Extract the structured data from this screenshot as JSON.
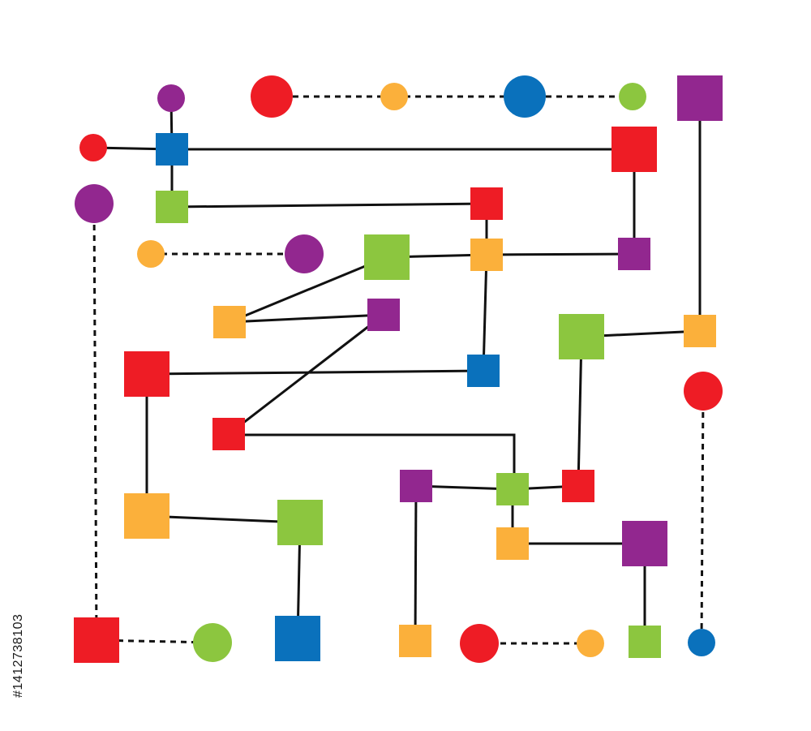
{
  "colors": {
    "red": "#ee1c25",
    "orange": "#fbb03b",
    "purple": "#92278f",
    "blue": "#0a71bc",
    "green": "#8cc63f",
    "line": "#111111"
  },
  "nodes": [
    {
      "id": "n1",
      "shape": "circle",
      "color": "purple"
    },
    {
      "id": "n2",
      "shape": "circle",
      "color": "red"
    },
    {
      "id": "n3",
      "shape": "circle",
      "color": "orange"
    },
    {
      "id": "n4",
      "shape": "circle",
      "color": "blue"
    },
    {
      "id": "n5",
      "shape": "circle",
      "color": "green"
    },
    {
      "id": "n6",
      "shape": "square",
      "color": "purple"
    },
    {
      "id": "n7",
      "shape": "circle",
      "color": "red"
    },
    {
      "id": "n8",
      "shape": "square",
      "color": "blue"
    },
    {
      "id": "n9",
      "shape": "square",
      "color": "red"
    },
    {
      "id": "n10",
      "shape": "circle",
      "color": "purple"
    },
    {
      "id": "n11",
      "shape": "square",
      "color": "green"
    },
    {
      "id": "n12",
      "shape": "square",
      "color": "red"
    },
    {
      "id": "n13",
      "shape": "circle",
      "color": "orange"
    },
    {
      "id": "n14",
      "shape": "circle",
      "color": "purple"
    },
    {
      "id": "n15",
      "shape": "square",
      "color": "green"
    },
    {
      "id": "n16",
      "shape": "square",
      "color": "orange"
    },
    {
      "id": "n17",
      "shape": "square",
      "color": "purple"
    },
    {
      "id": "n18",
      "shape": "square",
      "color": "purple"
    },
    {
      "id": "n19",
      "shape": "square",
      "color": "orange"
    },
    {
      "id": "n20",
      "shape": "square",
      "color": "green"
    },
    {
      "id": "n21",
      "shape": "square",
      "color": "orange"
    },
    {
      "id": "n22",
      "shape": "square",
      "color": "red"
    },
    {
      "id": "n23",
      "shape": "square",
      "color": "blue"
    },
    {
      "id": "n24",
      "shape": "circle",
      "color": "red"
    },
    {
      "id": "n25",
      "shape": "square",
      "color": "red"
    },
    {
      "id": "n26",
      "shape": "square",
      "color": "purple"
    },
    {
      "id": "n27",
      "shape": "square",
      "color": "green"
    },
    {
      "id": "n28",
      "shape": "square",
      "color": "red"
    },
    {
      "id": "n29",
      "shape": "square",
      "color": "orange"
    },
    {
      "id": "n30",
      "shape": "square",
      "color": "green"
    },
    {
      "id": "n31",
      "shape": "square",
      "color": "orange"
    },
    {
      "id": "n32",
      "shape": "square",
      "color": "purple"
    },
    {
      "id": "n33",
      "shape": "square",
      "color": "red"
    },
    {
      "id": "n34",
      "shape": "circle",
      "color": "green"
    },
    {
      "id": "n35",
      "shape": "square",
      "color": "blue"
    },
    {
      "id": "n36",
      "shape": "square",
      "color": "orange"
    },
    {
      "id": "n37",
      "shape": "circle",
      "color": "red"
    },
    {
      "id": "n38",
      "shape": "circle",
      "color": "orange"
    },
    {
      "id": "n39",
      "shape": "square",
      "color": "green"
    },
    {
      "id": "n40",
      "shape": "circle",
      "color": "blue"
    }
  ],
  "edges": [
    {
      "from": "n1",
      "to": "n8",
      "style": "solid"
    },
    {
      "from": "n2",
      "to": "n3",
      "style": "dashed"
    },
    {
      "from": "n3",
      "to": "n4",
      "style": "dashed"
    },
    {
      "from": "n4",
      "to": "n5",
      "style": "dashed"
    },
    {
      "from": "n7",
      "to": "n8",
      "style": "solid"
    },
    {
      "from": "n8",
      "to": "n9",
      "style": "solid"
    },
    {
      "from": "n8",
      "to": "n11",
      "style": "solid"
    },
    {
      "from": "n11",
      "to": "n12",
      "style": "solid"
    },
    {
      "from": "n9",
      "to": "n17",
      "style": "solid"
    },
    {
      "from": "n6",
      "to": "n21",
      "style": "solid"
    },
    {
      "from": "n12",
      "to": "n16",
      "style": "solid"
    },
    {
      "from": "n13",
      "to": "n14",
      "style": "dashed"
    },
    {
      "from": "n15",
      "to": "n16",
      "style": "solid"
    },
    {
      "from": "n16",
      "to": "n17",
      "style": "solid"
    },
    {
      "from": "n15",
      "to": "n19",
      "style": "solid"
    },
    {
      "from": "n18",
      "to": "n19",
      "style": "solid"
    },
    {
      "from": "n18",
      "to": "n25",
      "style": "solid"
    },
    {
      "from": "n16",
      "to": "n23",
      "style": "solid"
    },
    {
      "from": "n22",
      "to": "n23",
      "style": "solid"
    },
    {
      "from": "n22",
      "to": "n29",
      "style": "solid"
    },
    {
      "from": "n29",
      "to": "n30",
      "style": "solid"
    },
    {
      "from": "n30",
      "to": "n35",
      "style": "solid"
    },
    {
      "from": "n20",
      "to": "n21",
      "style": "solid"
    },
    {
      "from": "n20",
      "to": "n28",
      "style": "solid"
    },
    {
      "from": "n24",
      "to": "n40",
      "style": "dashed"
    },
    {
      "from": "n25",
      "to": "n27",
      "style": "solid"
    },
    {
      "from": "n26",
      "to": "n27",
      "style": "solid"
    },
    {
      "from": "n27",
      "to": "n28",
      "style": "solid"
    },
    {
      "from": "n26",
      "to": "n36",
      "style": "solid"
    },
    {
      "from": "n27",
      "to": "n31",
      "style": "solid"
    },
    {
      "from": "n31",
      "to": "n32",
      "style": "solid"
    },
    {
      "from": "n32",
      "to": "n39",
      "style": "solid"
    },
    {
      "from": "n10",
      "to": "n33",
      "style": "dashed"
    },
    {
      "from": "n33",
      "to": "n34",
      "style": "dashed"
    },
    {
      "from": "n37",
      "to": "n38",
      "style": "dashed"
    }
  ],
  "watermark_id": "#1412738103"
}
